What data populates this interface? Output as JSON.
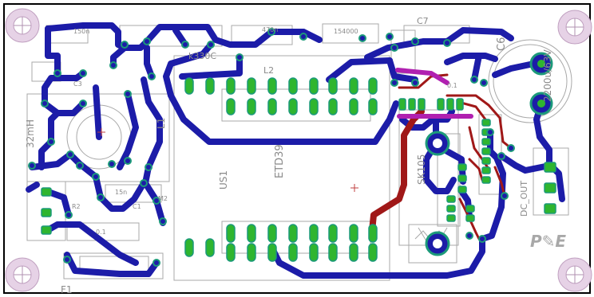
{
  "colors": {
    "background": "#ffffff",
    "outline": "#000000",
    "bottom_trace": "#1c1ca8",
    "top_trace": "#a01818",
    "pad": "#2fb52f",
    "via_ring": "#1c9a7a",
    "silk": "#9a9a9a",
    "top_overlay": "#b020b0",
    "mount_hole": "#e0c8e0",
    "logo": "#b0b0b0"
  },
  "labels": {
    "ind_l1_value": "32mH",
    "ind_l1_ref": "L1",
    "ind_l2_value": "L2",
    "chip_k": "k330C",
    "cap_c7": "C7",
    "cap_c6": "C6",
    "cap_c6_value": "2200u/63V",
    "cap_470n": "470n",
    "diode_top": "154000",
    "cap_150n": "150n",
    "cap_15n": "15n",
    "c_c1": "C1",
    "cap_c3": "C3",
    "res_r2": "R2",
    "res_m2": "M2",
    "res_01": "0.1",
    "res_r1": "0.1",
    "transformer_ref": "US1",
    "transformer_type": "ETD39",
    "fuse_ref": "F1",
    "heatsink_label": "SK105",
    "outputs_label": "DC_OUT",
    "logo": "P✎E"
  },
  "icons": {
    "mount_hole": "mounting-hole-icon",
    "crosshair": "crosshair-icon"
  }
}
